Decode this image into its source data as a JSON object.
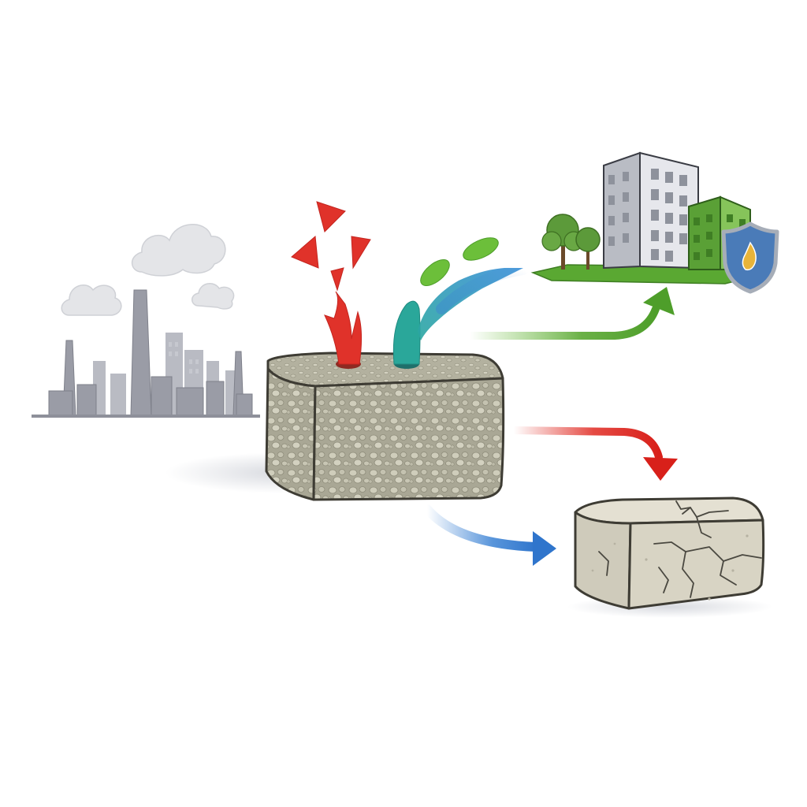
{
  "diagram": {
    "nodes": [
      {
        "id": "industrial-skyline",
        "icon": "factory-skyline-icon",
        "label": ""
      },
      {
        "id": "porous-concrete-block",
        "icon": "porous-block-icon",
        "label": ""
      },
      {
        "id": "green-buildings",
        "icon": "green-building-icon",
        "label": ""
      },
      {
        "id": "protection-shield",
        "icon": "shield-flame-icon",
        "label": ""
      },
      {
        "id": "cracked-block",
        "icon": "cracked-block-icon",
        "label": ""
      }
    ],
    "edges": [
      {
        "from": "porous-concrete-block",
        "to": "green-buildings",
        "color": "#5aa832"
      },
      {
        "from": "porous-concrete-block",
        "to": "cracked-block",
        "color": "#e02a22"
      },
      {
        "from": "porous-concrete-block",
        "to": "cracked-block",
        "color": "#3b82d4"
      }
    ],
    "emissions": [
      {
        "name": "red-shards",
        "color": "#e0322a"
      },
      {
        "name": "teal-blue-stream",
        "color": "#2aa7a0"
      },
      {
        "name": "green-droplets",
        "color": "#6cbf3a"
      }
    ]
  },
  "colors": {
    "factory": "#9a9ca6",
    "smoke": "#e4e5e8",
    "concrete": "#a8a694",
    "concrete_dot": "#c9c8b6",
    "cracked": "#d8d4c4",
    "building_gray": "#d0d2d8",
    "building_green": "#6ab04a",
    "tree": "#5c9a3a",
    "shield": "#4a7bb8"
  }
}
